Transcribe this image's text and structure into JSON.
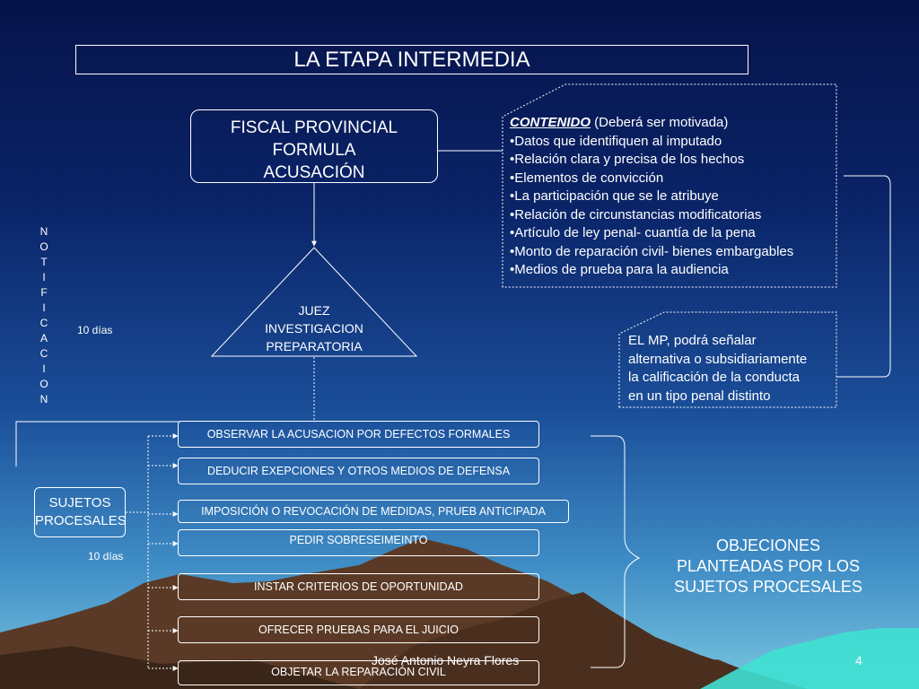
{
  "title": "LA ETAPA INTERMEDIA",
  "fiscal": [
    "FISCAL PROVINCIAL",
    "FORMULA",
    "ACUSACIÓN"
  ],
  "contenido": {
    "heading": "CONTENIDO",
    "heading_note": " (Deberá ser motivada)",
    "items": [
      "•Datos que identifiquen al imputado",
      "•Relación clara y precisa de los hechos",
      "•Elementos de convicción",
      "•La participación que se le atribuye",
      "•Relación de circunstancias modificatorias",
      "•Artículo de ley penal- cuantía de la pena",
      "•Monto de reparación civil- bienes embargables",
      "•Medios de prueba para la audiencia"
    ]
  },
  "mp_note": [
    "EL MP, podrá señalar",
    "alternativa o subsidiariamente",
    "la calificación de la conducta",
    "en un tipo penal distinto"
  ],
  "juez": [
    "JUEZ",
    "INVESTIGACION",
    "PREPARATORIA"
  ],
  "notificacion_letters": [
    "N",
    "O",
    "T",
    "I",
    "F",
    "I",
    "C",
    "A",
    "C",
    "I",
    "O",
    "N"
  ],
  "days_top": "10 días",
  "days_bottom": "10 días",
  "sujetos": [
    "SUJETOS",
    "PROCESALES"
  ],
  "actions": [
    "OBSERVAR LA ACUSACION POR DEFECTOS FORMALES",
    "DEDUCIR EXEPCIONES Y OTROS MEDIOS DE DEFENSA",
    "IMPOSICIÓN O REVOCACIÓN DE MEDIDAS, PRUEB ANTICIPADA",
    "PEDIR SOBRESEIMEINTO",
    "INSTAR CRITERIOS DE OPORTUNIDAD",
    "OFRECER PRUEBAS PARA EL JUICIO",
    "OBJETAR LA REPARACIÓN CIVIL"
  ],
  "objeciones": [
    "OBJECIONES",
    "PLANTEADAS POR LOS",
    "SUJETOS PROCESALES"
  ],
  "footer": {
    "author": "José Antonio Neyra Flores",
    "page": "4"
  }
}
